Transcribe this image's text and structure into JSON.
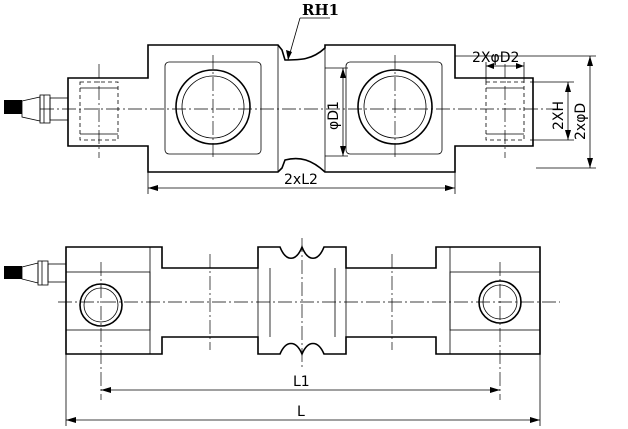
{
  "labels": {
    "rh1": "RH1",
    "d2": "2XφD2",
    "d1": "φD1",
    "h": "2XH",
    "d": "2xφD",
    "l2": "2xL2",
    "l1": "L1",
    "l": "L"
  }
}
